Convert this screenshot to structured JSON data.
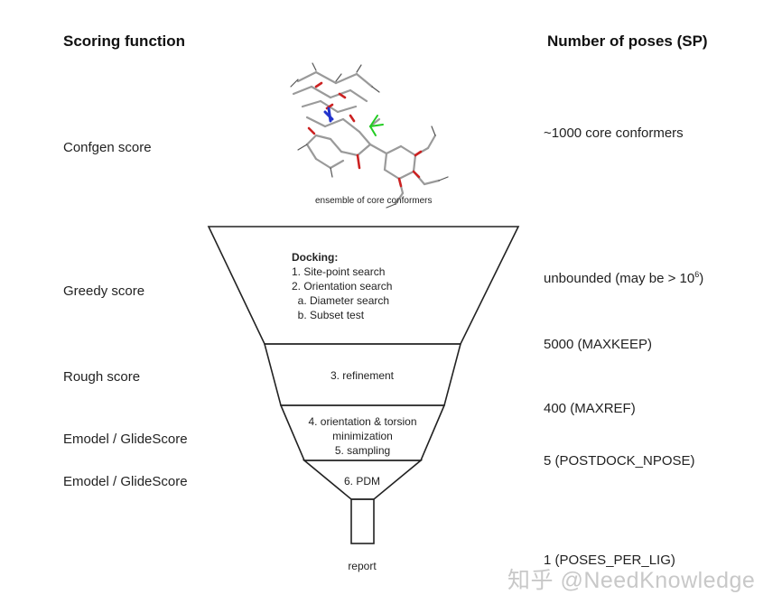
{
  "headers": {
    "scoring": "Scoring function",
    "poses": "Number of poses (SP)"
  },
  "scoring_functions": [
    "Confgen score",
    "Greedy score",
    "Rough score",
    "Emodel / GlideScore",
    "Emodel / GlideScore"
  ],
  "pose_counts": {
    "confgen": "~1000 core conformers",
    "greedy_prefix": "unbounded (may be > 10",
    "greedy_sup": "6",
    "greedy_suffix": ")",
    "maxkeep": "5000 (MAXKEEP)",
    "maxref": "400 (MAXREF)",
    "postdock": "5 (POSTDOCK_NPOSE)",
    "poses_per_lig": "1 (POSES_PER_LIG)"
  },
  "ensemble_caption": "ensemble of core conformers",
  "stages": {
    "docking_title": "Docking:",
    "docking_lines": [
      "1. Site-point search",
      "2. Orientation search",
      "  a. Diameter search",
      "  b. Subset test"
    ],
    "refinement": "3. refinement",
    "minimization_lines": [
      "4. orientation & torsion",
      "minimization",
      "5. sampling"
    ],
    "pdm": "6. PDM",
    "report": "report"
  },
  "watermark": "知乎 @NeedKnowledge",
  "colors": {
    "outline": "#222222",
    "text": "#222222",
    "watermark": "#c8c8c8",
    "molecule_gray": "#9a9a9a",
    "molecule_red": "#cc2222",
    "molecule_blue": "#2233cc",
    "molecule_green": "#22cc22"
  }
}
